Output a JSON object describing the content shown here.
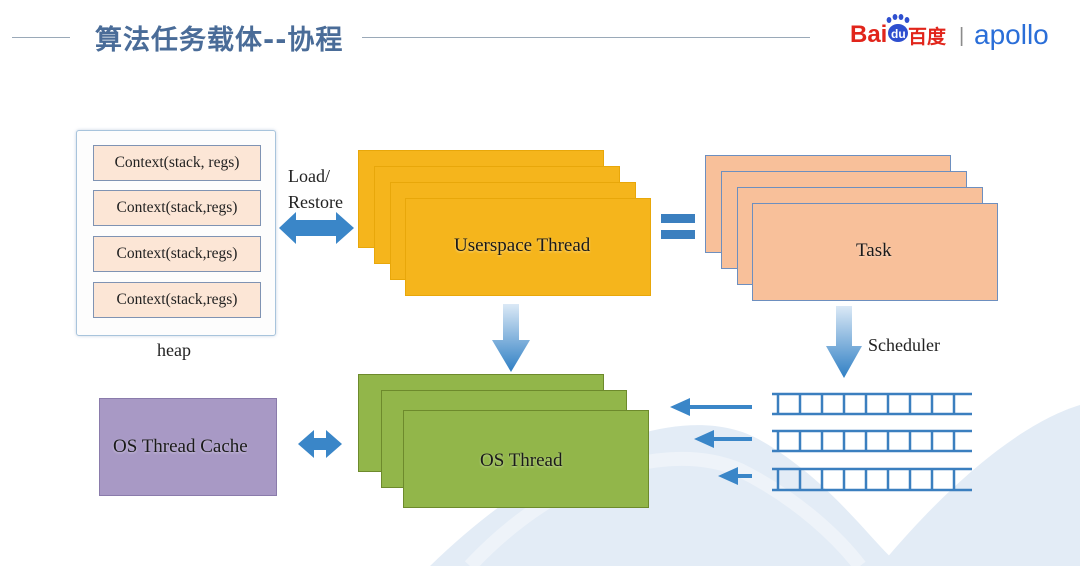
{
  "header": {
    "title": "算法任务载体--协程",
    "logo_baidu": "Bai",
    "logo_du": "du",
    "logo_baidu_cn": "百度",
    "logo_separator": "|",
    "logo_apollo": "apollo"
  },
  "heap": {
    "contexts": [
      "Context(stack,  regs)",
      "Context(stack,regs)",
      "Context(stack,regs)",
      "Context(stack,regs)"
    ],
    "label": "heap"
  },
  "load_restore": {
    "line1": "Load/",
    "line2": "Restore"
  },
  "userspace_thread": {
    "label": "Userspace  Thread"
  },
  "task": {
    "label": "Task"
  },
  "scheduler": {
    "label": "Scheduler"
  },
  "os_thread": {
    "label": "OS Thread"
  },
  "os_thread_cache": {
    "label": "OS Thread Cache"
  },
  "colors": {
    "title": "#4a6c98",
    "userspace_thread": "#f5b51c",
    "task": "#f8c09a",
    "os_thread": "#92b64a",
    "os_thread_cache": "#a899c5",
    "arrow": "#3a86c8",
    "context_box": "#fce6d6"
  }
}
